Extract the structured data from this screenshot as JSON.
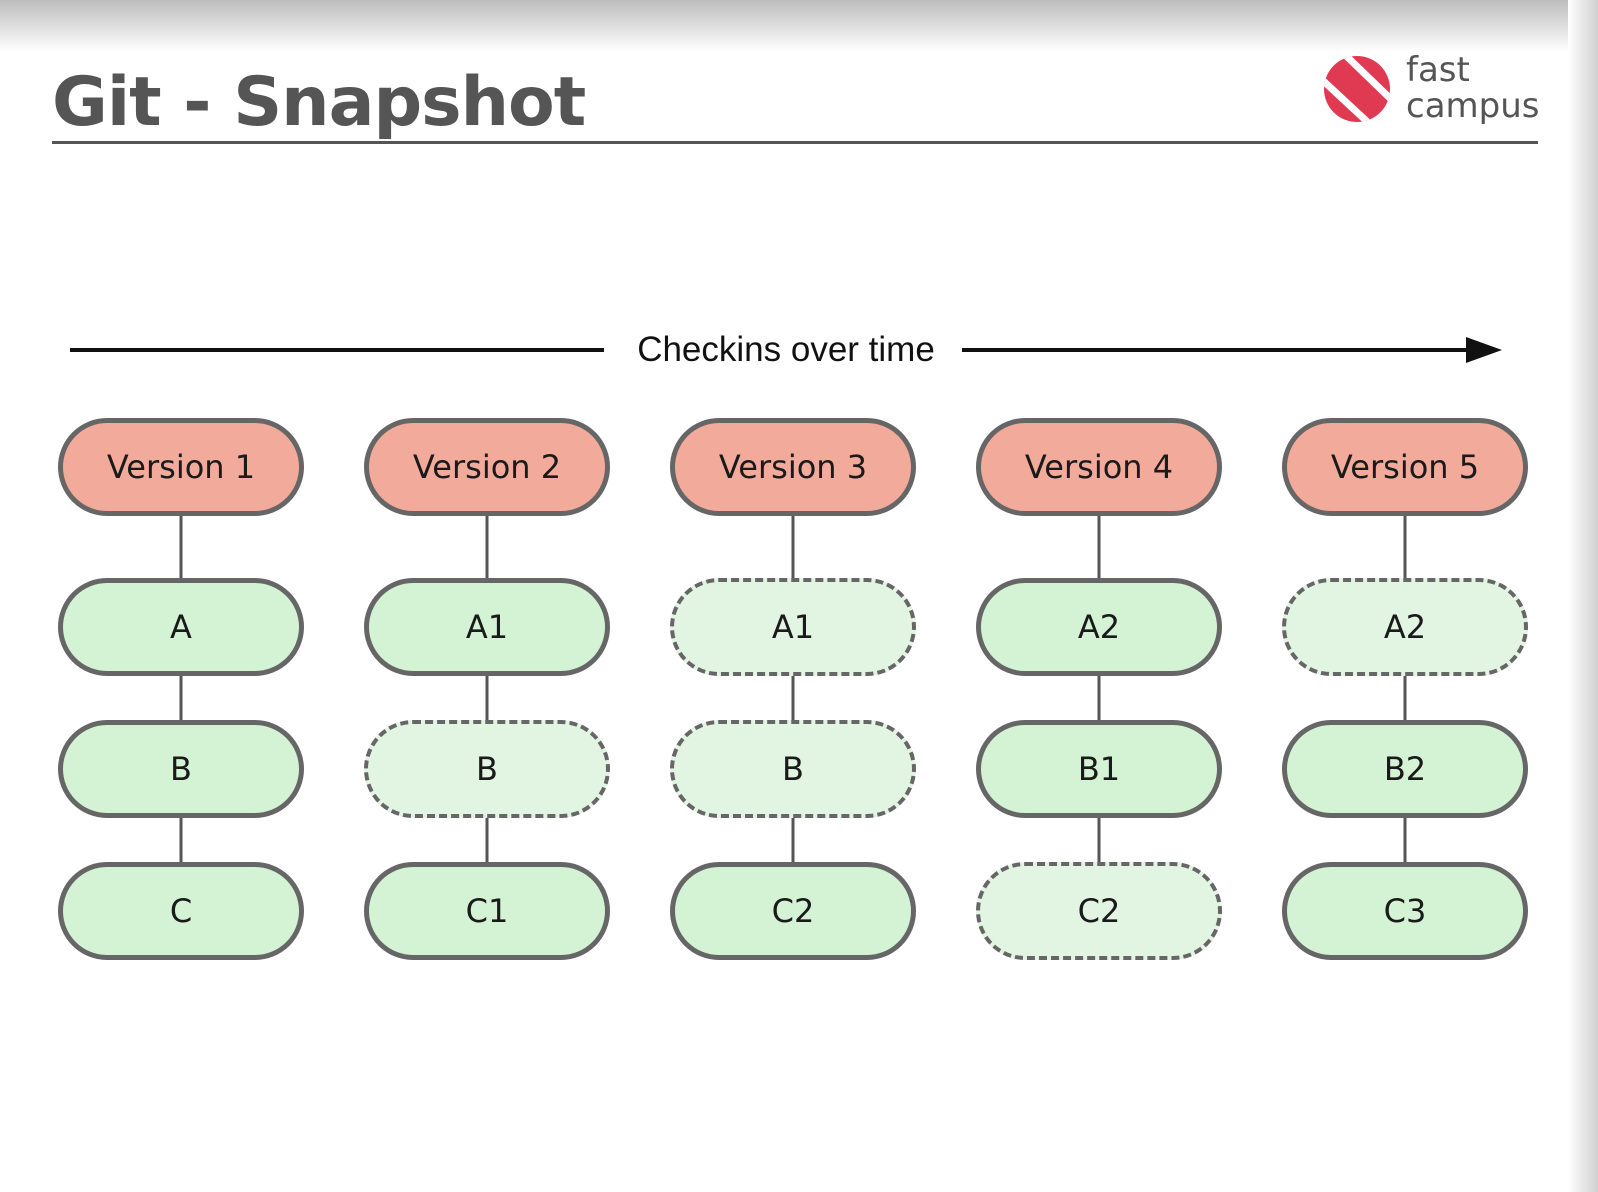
{
  "slide": {
    "title": "Git - Snapshot",
    "logo": {
      "line1": "fast",
      "line2": "campus",
      "mark_icon": "fastcampus-mark-icon",
      "mark_color": "#e03a52"
    }
  },
  "diagram": {
    "axis_label": "Checkins over time",
    "colors": {
      "version_fill": "#f2aa9b",
      "changed_fill": "#d4f3d4",
      "unchanged_fill": "#e2f4e2",
      "border": "#666666"
    },
    "columns": [
      {
        "version": "Version 1",
        "files": [
          {
            "label": "A",
            "changed": true
          },
          {
            "label": "B",
            "changed": true
          },
          {
            "label": "C",
            "changed": true
          }
        ]
      },
      {
        "version": "Version 2",
        "files": [
          {
            "label": "A1",
            "changed": true
          },
          {
            "label": "B",
            "changed": false
          },
          {
            "label": "C1",
            "changed": true
          }
        ]
      },
      {
        "version": "Version 3",
        "files": [
          {
            "label": "A1",
            "changed": false
          },
          {
            "label": "B",
            "changed": false
          },
          {
            "label": "C2",
            "changed": true
          }
        ]
      },
      {
        "version": "Version 4",
        "files": [
          {
            "label": "A2",
            "changed": true
          },
          {
            "label": "B1",
            "changed": true
          },
          {
            "label": "C2",
            "changed": false
          }
        ]
      },
      {
        "version": "Version 5",
        "files": [
          {
            "label": "A2",
            "changed": false
          },
          {
            "label": "B2",
            "changed": true
          },
          {
            "label": "C3",
            "changed": true
          }
        ]
      }
    ]
  }
}
